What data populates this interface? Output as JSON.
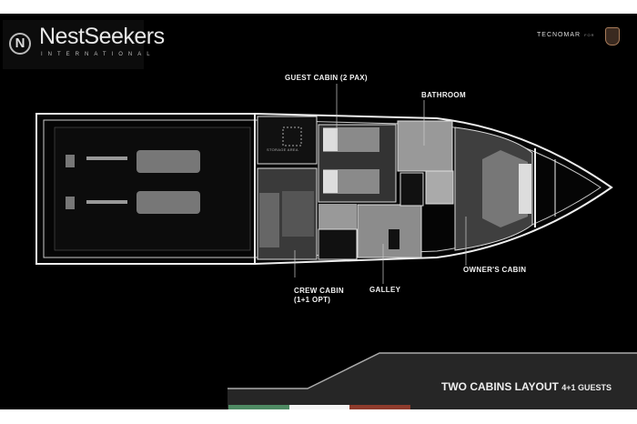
{
  "branding": {
    "logo_name": "NestSeekers",
    "logo_sub": "INTERNATIONAL",
    "partner": "TECNOMAR",
    "partner_for": "FOR"
  },
  "labels": {
    "guest_cabin": "GUEST CABIN (2 PAX)",
    "bathroom": "BATHROOM",
    "owners_cabin": "OWNER'S CABIN",
    "galley": "GALLEY",
    "crew_cabin_1": "CREW CABIN",
    "crew_cabin_2": "(1+1 OPT)",
    "storage_area": "STORAGE AREA"
  },
  "footer": {
    "title": "TWO CABINS LAYOUT",
    "guests": "4+1 GUESTS"
  },
  "colors": {
    "flag_green": "#4e8a63",
    "flag_white": "#f4f4f4",
    "flag_red": "#8e3b2c"
  }
}
